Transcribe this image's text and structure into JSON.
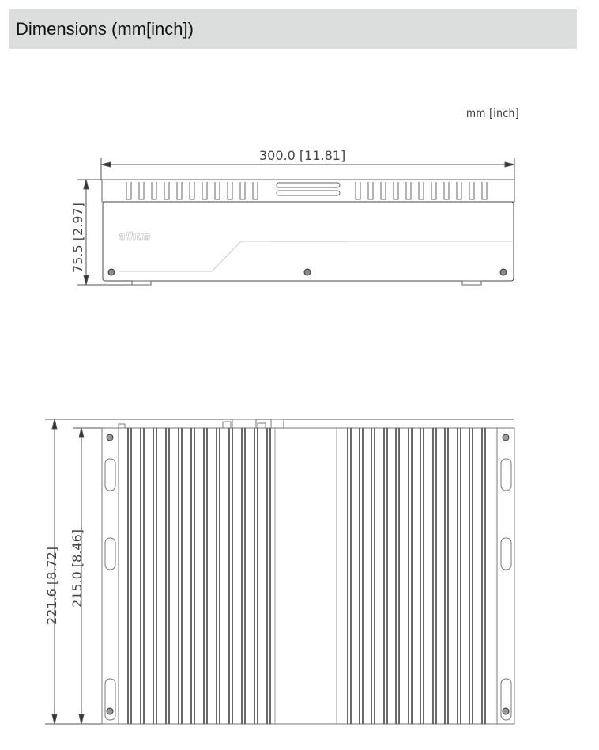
{
  "header": {
    "title": "Dimensions (mm[inch])"
  },
  "drawing": {
    "unit_label": "mm [inch]",
    "front_view": {
      "width_dimension": "300.0  [11.81]",
      "height_dimension": "75.5  [2.97]",
      "logo": "alhua"
    },
    "top_view": {
      "outer_depth_dimension": "221.6  [8.72]",
      "inner_depth_dimension": "215.0  [8.46]"
    }
  }
}
